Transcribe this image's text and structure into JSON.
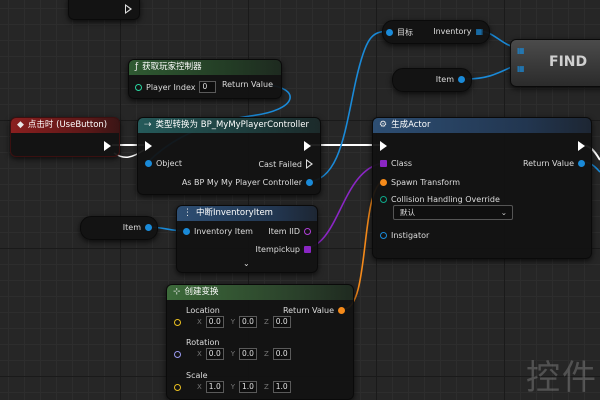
{
  "colors": {
    "exec": "#ffffff",
    "object": "#1a8ad8",
    "class": "#8a26c4",
    "struct": "#f58a1a",
    "integer": "#29d6a0",
    "vector": "#eac020",
    "transform_output": "#f58a1a"
  },
  "nodes": {
    "top_stub": {},
    "get_player_controller": {
      "title": "获取玩家控制器",
      "icon": "function-icon",
      "pins": {
        "player_index_label": "Player Index",
        "player_index_value": "0",
        "return_value": "Return Value"
      }
    },
    "on_clicked": {
      "title": "点击时 (UseButton)",
      "icon": "event-icon"
    },
    "cast_to": {
      "title": "类型转换为 BP_MyMyPlayerController",
      "icon": "cast-icon",
      "pins": {
        "object": "Object",
        "cast_failed": "Cast Failed",
        "as_bp": "As BP My My Player Controller"
      }
    },
    "target_inventory": {
      "target_label": "目标",
      "inventory_label": "Inventory"
    },
    "item_var_top": {
      "label": "Item"
    },
    "find_node": {
      "title": "FIND"
    },
    "spawn_actor": {
      "title": "生成Actor",
      "icon": "spawn-icon",
      "pins": {
        "class": "Class",
        "return_value": "Return Value",
        "spawn_transform": "Spawn Transform",
        "collision_label": "Collision Handling Override",
        "collision_value": "默认",
        "instigator": "Instigator"
      }
    },
    "item_var_left": {
      "label": "Item"
    },
    "break_inventory_item": {
      "title": "中断InventoryItem",
      "icon": "break-icon",
      "pins": {
        "inventory_item": "Inventory Item",
        "item_iid": "Item IID",
        "itempickup": "Itempickup"
      }
    },
    "make_transform": {
      "title": "创建变换",
      "icon": "make-icon",
      "pins": {
        "return_value": "Return Value",
        "location": "Location",
        "rotation": "Rotation",
        "scale": "Scale",
        "location_values": {
          "x": "0.0",
          "y": "0.0",
          "z": "0.0"
        },
        "rotation_values": {
          "x": "0.0",
          "y": "0.0",
          "z": "0.0"
        },
        "scale_values": {
          "x": "1.0",
          "y": "1.0",
          "z": "1.0"
        },
        "axis_x": "X",
        "axis_y": "Y",
        "axis_z": "Z"
      }
    }
  },
  "watermark": "控件"
}
